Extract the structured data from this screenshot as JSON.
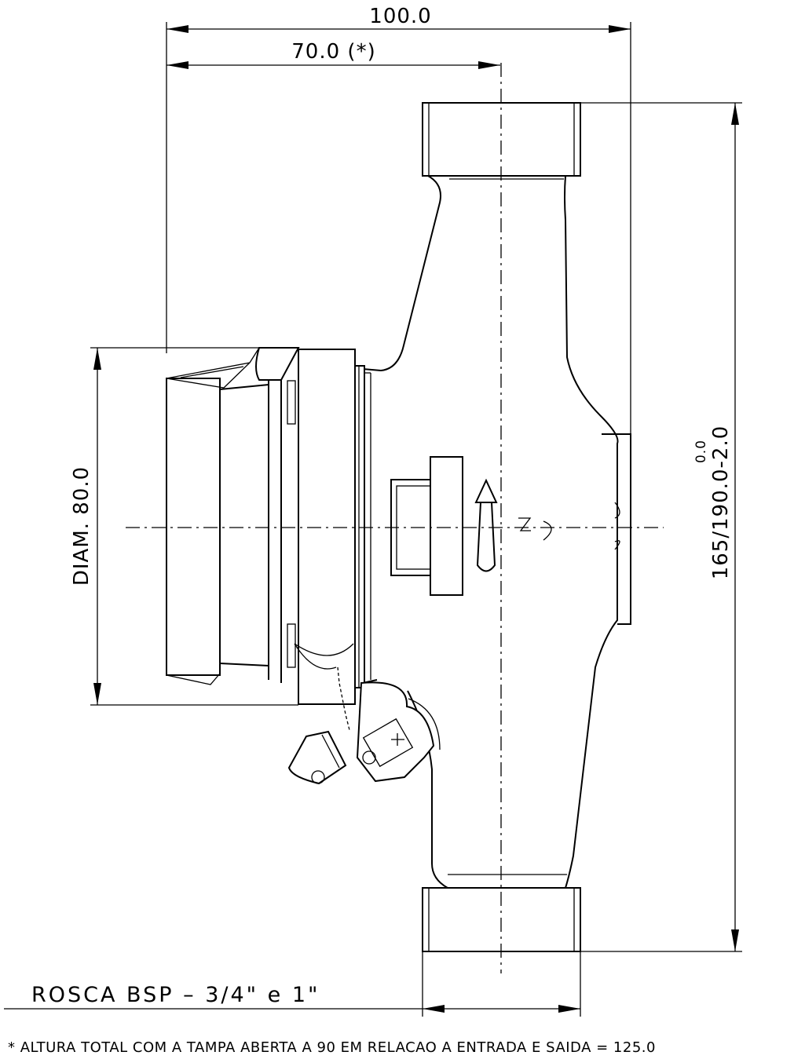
{
  "dimensions": {
    "total_width": "100.0",
    "half_width": "70.0 (*)",
    "register_diameter": "DIAM. 80.0",
    "length": "165/190.0-2.0",
    "length_tolerance": "0.0"
  },
  "thread_label": "ROSCA BSP  –  3/4\"  e  1\"",
  "footnote": "* ALTURA TOTAL COM A TAMPA ABERTA A 90  EM RELACAO A ENTRADA E SAIDA = 125.0"
}
